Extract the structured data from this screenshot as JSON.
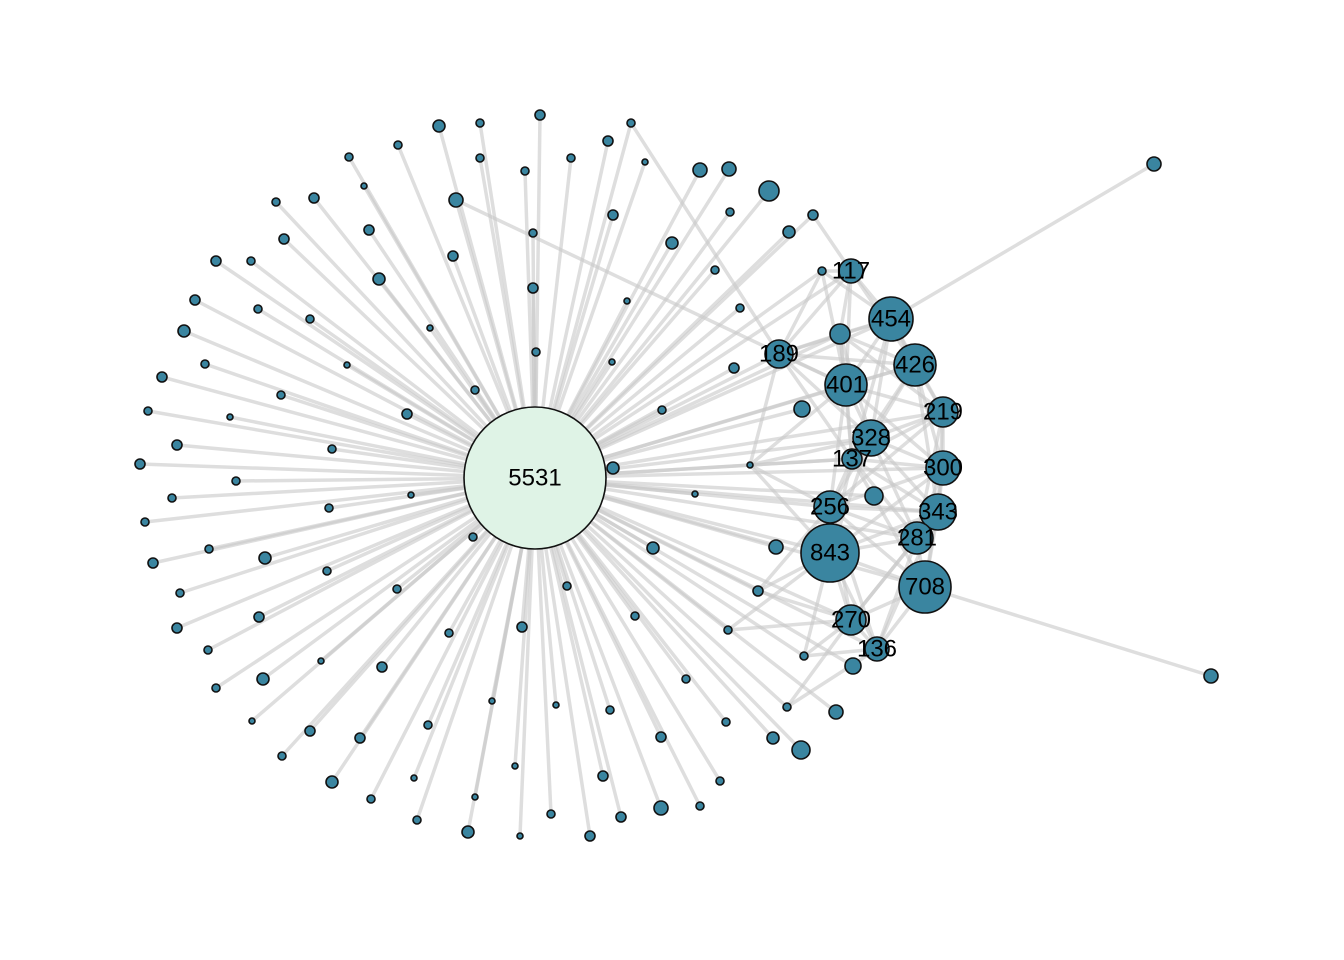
{
  "hub": {
    "label": "5531",
    "fill": "#dff3e6"
  },
  "node_color": "#3a85a0",
  "labeled_nodes": [
    {
      "id": "n117",
      "label": "117"
    },
    {
      "id": "n454",
      "label": "454"
    },
    {
      "id": "n189",
      "label": "189"
    },
    {
      "id": "n426",
      "label": "426"
    },
    {
      "id": "n401",
      "label": "401"
    },
    {
      "id": "n219",
      "label": "219"
    },
    {
      "id": "n328",
      "label": "328"
    },
    {
      "id": "n137",
      "label": "137"
    },
    {
      "id": "n300",
      "label": "300"
    },
    {
      "id": "n256",
      "label": "256"
    },
    {
      "id": "n343",
      "label": "343"
    },
    {
      "id": "n281",
      "label": "281"
    },
    {
      "id": "n843",
      "label": "843"
    },
    {
      "id": "n708",
      "label": "708"
    },
    {
      "id": "n270",
      "label": "270"
    },
    {
      "id": "n136",
      "label": "136"
    }
  ]
}
